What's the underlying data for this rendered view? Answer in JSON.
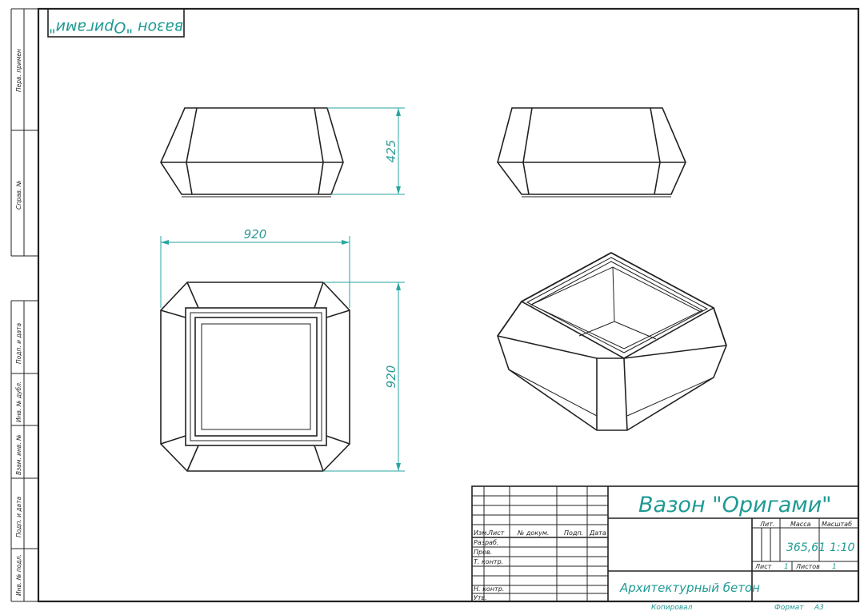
{
  "top_stamp": "вазон \"Оригами\"",
  "side_labels": [
    "Перв. примен",
    "Справ. №",
    "Подп. и дата",
    "Инв. № дубл.",
    "Взам. инв. №",
    "Подп. и дата",
    "Инв. № подл."
  ],
  "dimensions": {
    "height": "425",
    "width": "920",
    "depth": "920"
  },
  "title_block": {
    "title": "Вазон \"Оригами\"",
    "material": "Архитектурный бетон",
    "headers": {
      "izm": "Изм.",
      "list": "Лист",
      "doc_no": "№ докум.",
      "sign": "Подп.",
      "date": "Дата"
    },
    "roles": [
      "Разраб.",
      "Пров.",
      "Т. контр.",
      "",
      "Н. контр.",
      "Утв."
    ],
    "lit_label": "Лит.",
    "mass_label": "Масса",
    "scale_label": "Масштаб",
    "mass_value": "365,61",
    "scale_value": "1:10",
    "sheet_label": "Лист",
    "sheet_value": "1",
    "sheets_label": "Листов",
    "sheets_value": "1"
  },
  "footer": {
    "copied": "Копировал",
    "format_label": "Формат",
    "format_value": "А3"
  },
  "colors": {
    "accent": "#1f9a94",
    "line": "#222222"
  }
}
